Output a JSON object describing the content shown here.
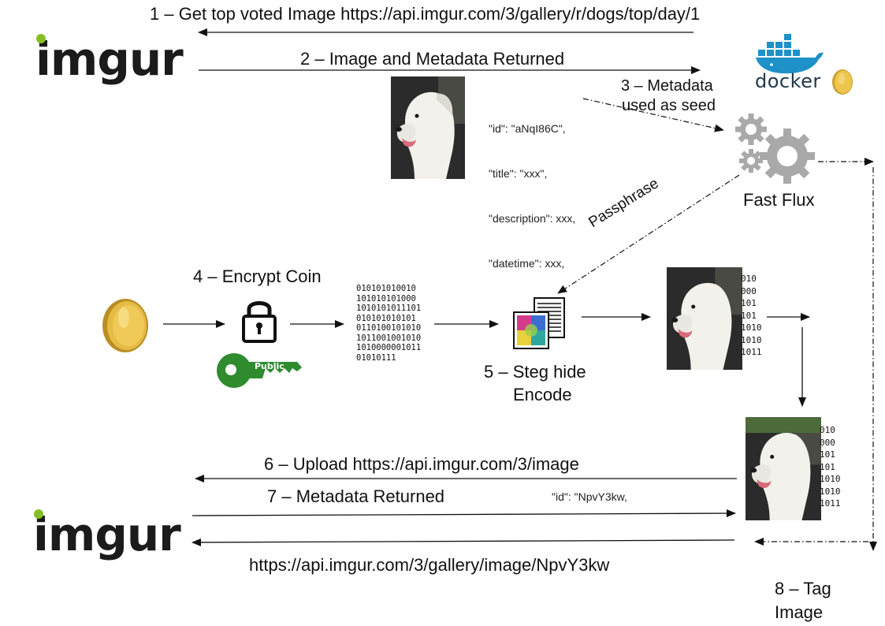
{
  "steps": {
    "step1": "1 – Get top voted Image https://api.imgur.com/3/gallery/r/dogs/top/day/1",
    "step2": "2 – Image and Metadata Returned",
    "step3_line1": "3 – Metadata",
    "step3_line2": "used as seed",
    "step4": "4 – Encrypt Coin",
    "step5_line1": "5 – Steg hide",
    "step5_line2": "Encode",
    "step6": "6 – Upload https://api.imgur.com/3/image",
    "step7": "7 – Metadata Returned",
    "step8_line1": "8 – Tag",
    "step8_line2": "Image"
  },
  "logos": {
    "imgur_top": "imgur",
    "imgur_bottom": "imgur",
    "docker": "docker"
  },
  "metadata_block": {
    "line1": "\"id\": \"aNqI86C\",",
    "line2": "\"title\": \"xxx\",",
    "line3": "\"description\": xxx,",
    "line4": "\"datetime\": xxx,"
  },
  "returned_id": "\"id\": \"NpvY3kw,",
  "fast_flux_label": "Fast Flux",
  "passphrase_label": "Passphrase",
  "key_label": "Public",
  "binary_stream": "010101010010\n101010101000\n1010101011101\n010101010101\n0110100101010\n1011001001010\n1010000001011\n01010111",
  "binary_side_1": "010\n000\n101\n101\n1010\n1010\n1011",
  "binary_side_2": "010\n000\n101\n101\n1010\n1010\n1011",
  "final_url": "https://api.imgur.com/3/gallery/image/NpvY3kw",
  "colors": {
    "imgur_dot": "#85bf25",
    "docker_blue": "#1d91c8",
    "coin_gold": "#e2b53a",
    "key_green": "#2e8b2e",
    "gear_gray": "#a9a9a9",
    "arrow": "#111111"
  },
  "icons": {
    "lock": "padlock-icon",
    "key": "public-key-icon",
    "gears": "gears-icon",
    "coin": "gold-coin-icon",
    "steg": "steg-document-icon",
    "whale": "docker-whale-icon",
    "dog_photo": "dog-photo"
  }
}
